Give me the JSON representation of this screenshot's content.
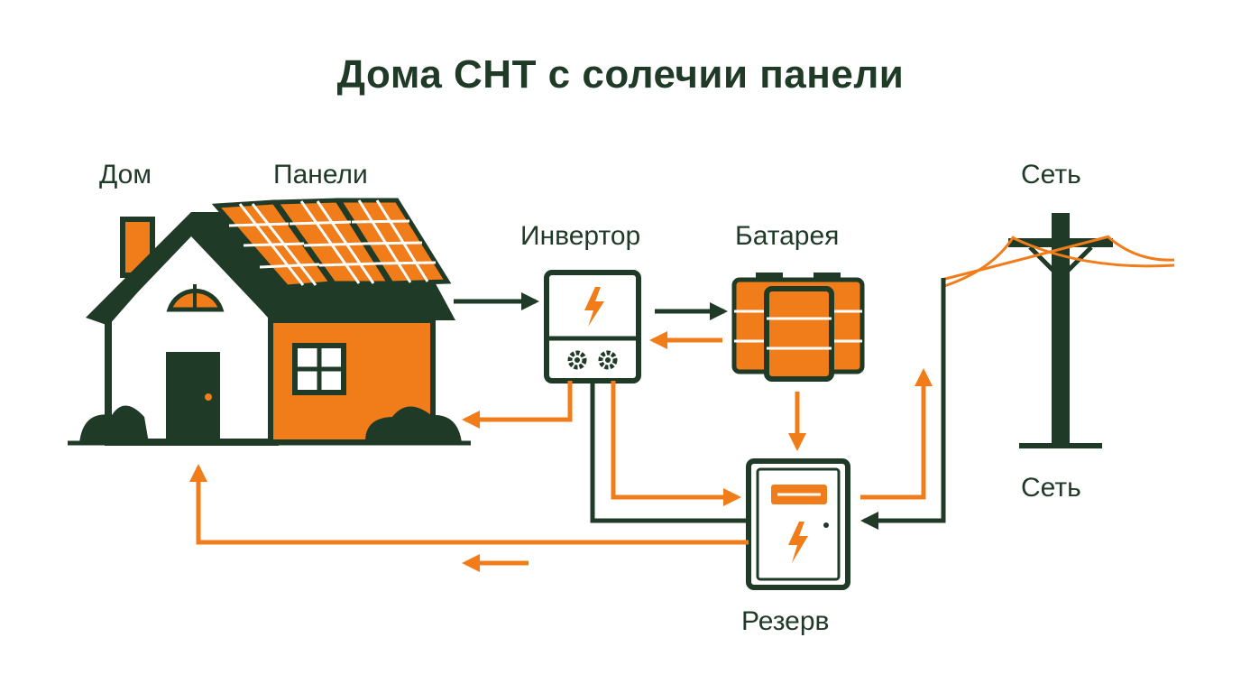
{
  "title": "Дома СНТ с солечии панели",
  "labels": {
    "house": "Дом",
    "panels": "Панели",
    "inverter": "Инвертор",
    "battery": "Батарея",
    "grid_top": "Сеть",
    "grid_bottom": "Сеть",
    "reserve": "Резерв"
  },
  "colors": {
    "dark": "#1f3a26",
    "orange": "#f07c1a",
    "white": "#ffffff"
  },
  "icons": [
    "house-icon",
    "solar-panel-icon",
    "inverter-icon",
    "battery-icon",
    "backup-panel-icon",
    "utility-pole-icon",
    "lightning-icon",
    "gear-icon"
  ]
}
